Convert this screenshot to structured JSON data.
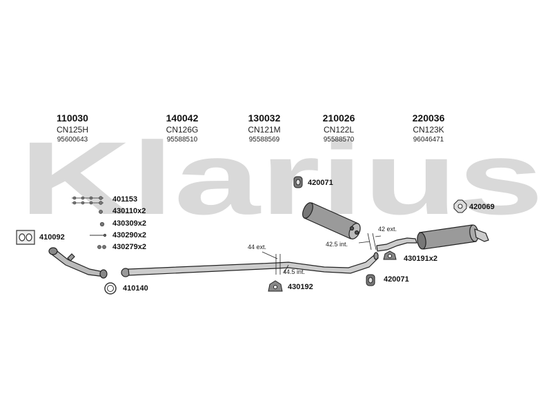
{
  "watermark": {
    "text": "Klarius",
    "color": "#d9d9d9"
  },
  "colors": {
    "ink": "#111111",
    "fill": "#9a9a9a",
    "dark": "#555555"
  },
  "headers": [
    {
      "part": "110030",
      "code": "CN125H",
      "oem": "95600643"
    },
    {
      "part": "140042",
      "code": "CN126G",
      "oem": "95588510"
    },
    {
      "part": "130032",
      "code": "CN121M",
      "oem": "95588569"
    },
    {
      "part": "210026",
      "code": "CN122L",
      "oem": "95588570"
    },
    {
      "part": "220036",
      "code": "CN123K",
      "oem": "96046471"
    }
  ],
  "fittings": [
    {
      "label": "401153"
    },
    {
      "label": "430110x2"
    },
    {
      "label": "430309x2"
    },
    {
      "label": "430290x2"
    },
    {
      "label": "430279x2"
    }
  ],
  "parts": {
    "gasket_front": "410092",
    "ring": "410140",
    "rubber_mid_top": "420071",
    "rubber_rear": "420069",
    "hanger_rear": "430191x2",
    "hanger_mid": "430192",
    "rubber_mid_bottom": "420071"
  },
  "dims": {
    "ext_44": "44 ext.",
    "int_44_5": "44.5 int.",
    "ext_42": "42 ext.",
    "int_42_5": "42.5 int."
  }
}
